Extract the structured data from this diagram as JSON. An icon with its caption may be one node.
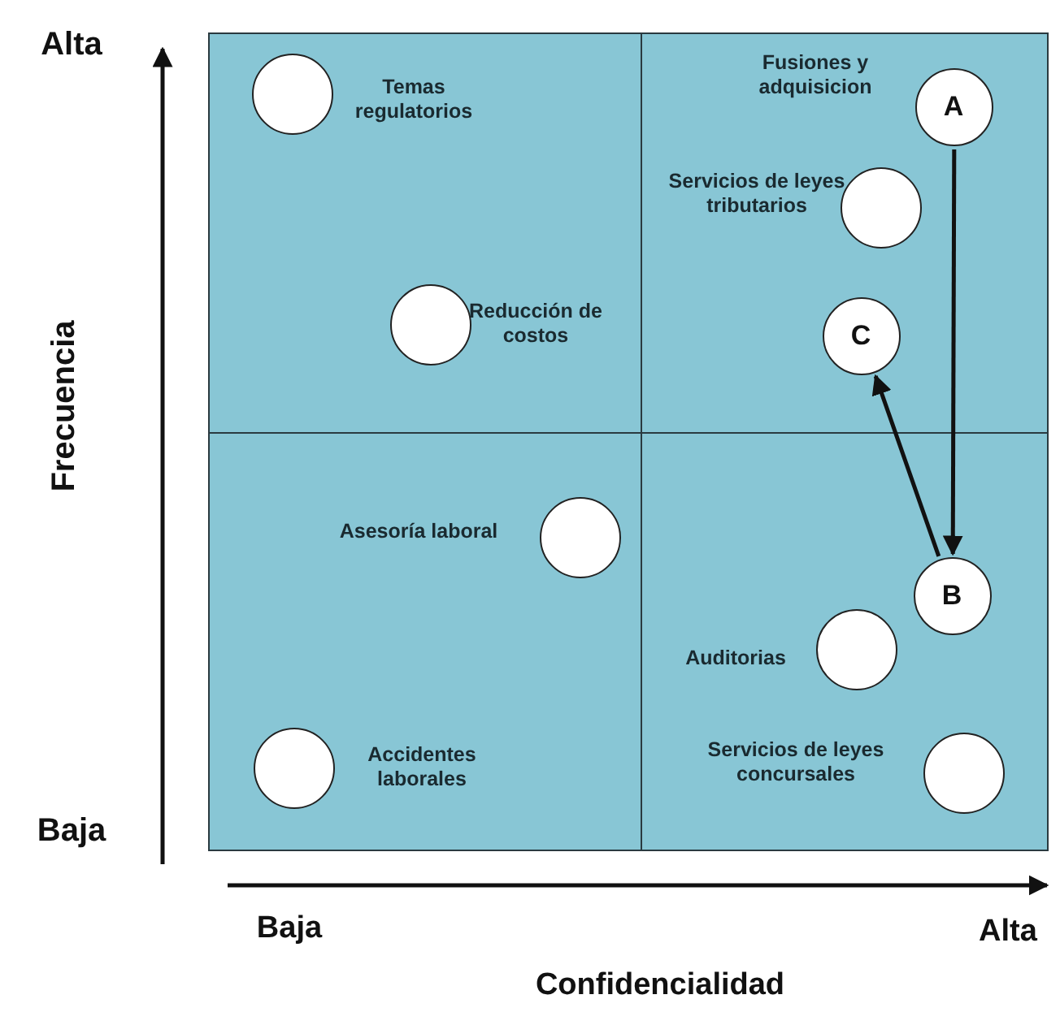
{
  "diagram": {
    "nodes": [
      {
        "text": [],
        "shape": "box"
      },
      {
        "text": [],
        "shape": "box"
      },
      {
        "text": [],
        "shape": "box"
      },
      {
        "text": [],
        "shape": "box"
      },
      {
        "text": [],
        "shape": "circle",
        "in": 0,
        "beside": [
          "Temas regulatorios"
        ]
      },
      {
        "text": [],
        "shape": "circle",
        "in": 0,
        "beside": [
          "Reducción de costos"
        ]
      },
      {
        "text": [
          "A"
        ],
        "in": 1,
        "beside": [
          "Fusiones y adquisicion"
        ]
      },
      {
        "text": [],
        "shape": "circle",
        "in": 1,
        "beside": [
          "Servicios de leyes tributarios"
        ]
      },
      {
        "text": [
          "C"
        ],
        "in": 1
      },
      {
        "text": [],
        "shape": "circle",
        "in": 2,
        "beside": [
          "Asesoría laboral"
        ]
      },
      {
        "text": [],
        "shape": "circle",
        "in": 2,
        "beside": [
          "Accidentes laborales"
        ]
      },
      {
        "text": [
          "B"
        ],
        "in": 3
      },
      {
        "text": [],
        "shape": "circle",
        "in": 3,
        "beside": [
          "Auditorias"
        ]
      },
      {
        "text": [],
        "shape": "circle",
        "in": 3,
        "beside": [
          "Servicios de leyes concursales"
        ]
      }
    ],
    "edges": [
      {
        "from": 6,
        "to": 11,
        "arrow": "to"
      },
      {
        "from": 11,
        "to": 8,
        "arrow": "to"
      }
    ],
    "labels": [
      "Alta",
      "Frecuencia",
      "Baja",
      "Baja",
      "Alta",
      "Confidencialidad"
    ]
  }
}
